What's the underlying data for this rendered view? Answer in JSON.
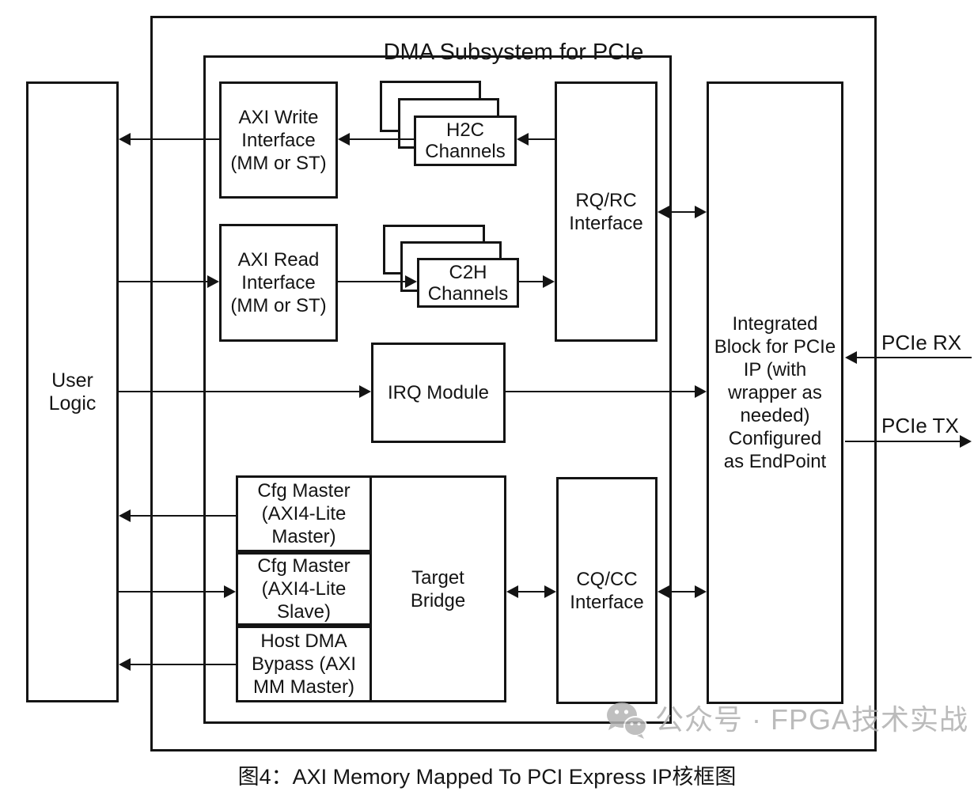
{
  "diagram": {
    "title": "DMA Subsystem for PCIe",
    "caption": "图4：AXI Memory Mapped To PCI Express IP核框图",
    "watermark_text": "公众号 · FPGA技术实战",
    "icons": {
      "watermark": "wechat-icon"
    },
    "colors": {
      "line": "#141414",
      "background": "#ffffff",
      "watermark": "#b0b0b0"
    },
    "blocks": {
      "user_logic": "User\nLogic",
      "axi_write": "AXI Write\nInterface\n(MM or ST)",
      "axi_read": "AXI Read\nInterface\n(MM or ST)",
      "h2c_channels": "H2C\nChannels",
      "c2h_channels": "C2H\nChannels",
      "rq_rc": "RQ/RC\nInterface",
      "irq_module": "IRQ Module",
      "cfg_master_axi4lite_master": "Cfg Master\n(AXI4-Lite\nMaster)",
      "cfg_master_axi4lite_slave": "Cfg Master\n(AXI4-Lite\nSlave)",
      "host_dma_bypass": "Host DMA\nBypass (AXI\nMM Master)",
      "target_bridge": "Target\nBridge",
      "cq_cc": "CQ/CC\nInterface",
      "integrated_block": "Integrated\nBlock for PCIe\nIP (with\nwrapper as\nneeded)\nConfigured\nas EndPoint"
    },
    "ports": {
      "pcie_rx": "PCIe RX",
      "pcie_tx": "PCIe TX"
    }
  }
}
